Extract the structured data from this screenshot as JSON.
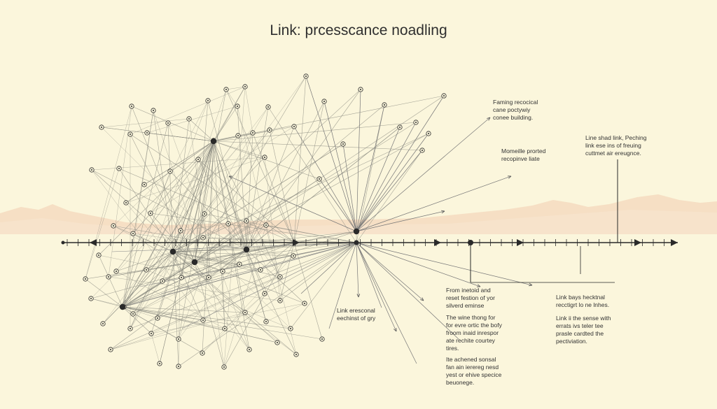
{
  "title": "Link: prcesscance noadling",
  "annotations": [
    "Faming recocical\ncane poctywiy\nconee building.",
    "Momeille prorted\nrecopinve liate",
    "Line shad link, Peching\nlink ese ins of freuing\ncuttmet air ereugnce.",
    "From inetoid and\nreset festion of yor\nsilverd eminse",
    "Link eresconal\neechinst of gry",
    "The wine thong for\nfor evre ortic the bofy\nfroom inaid inrespor\nate rechite courtey\ntires.",
    "Ite achened sonsal\nfan ain ierereg nesd\nyest or ehive specice\nbeuonege.",
    "Link bays hecktnal\nrecctigrt lo ne lnhes.",
    "Link ii the sense with\nerrats ivs teler tee\nprasle cardted the\npectiviation."
  ],
  "colors": {
    "background": "#fbf6dc",
    "line": "#2a2a2a",
    "edge": "#8a8a80",
    "node_fill": "#fbf6dc",
    "mountain": "#f3d6b9"
  }
}
